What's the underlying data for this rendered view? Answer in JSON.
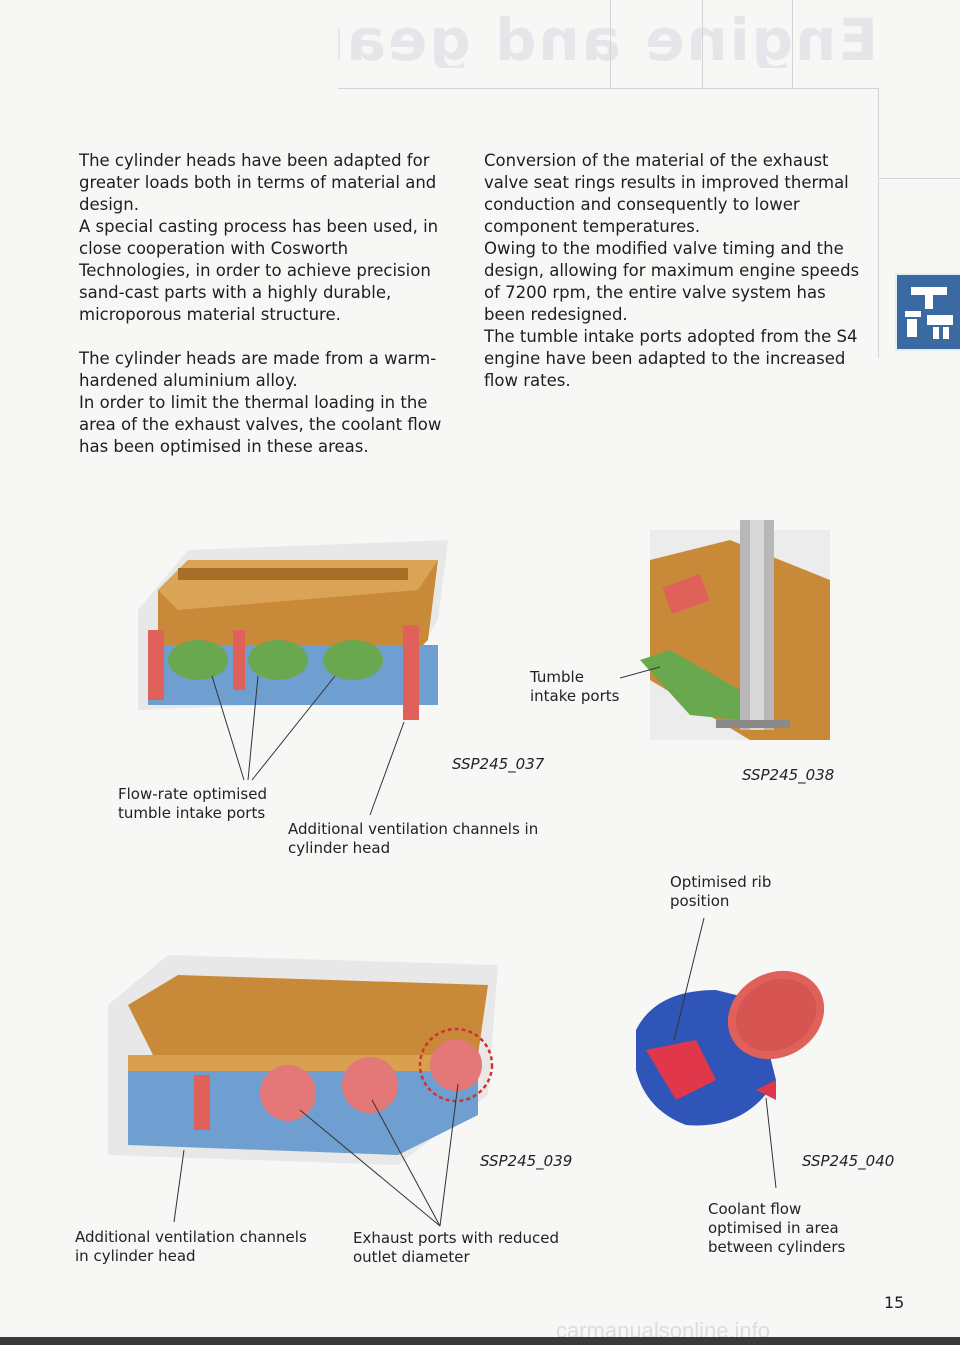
{
  "header": {
    "ghost_title": "Engine and gearbox"
  },
  "text": {
    "left_col": [
      "The cylinder heads have been adapted for greater loads both in terms of material and design.",
      "A special casting process has been used, in close cooperation with Cosworth Technologies, in order to achieve precision sand-cast parts with a highly durable, microporous material structure.",
      "The cylinder heads are made from a warm-hardened aluminium alloy.",
      "In order to limit the thermal loading in the area of the exhaust valves, the coolant flow has been optimised in these areas."
    ],
    "right_col": [
      "Conversion of the material of the exhaust valve seat rings results in improved thermal conduction and consequently to lower component temperatures.",
      "Owing to the modified valve timing and the design, allowing for maximum engine speeds of 7200 rpm, the entire valve system has been redesigned.",
      "The tumble intake ports adopted from the S4 engine have been adapted to the increased flow rates."
    ]
  },
  "figures": {
    "fig1": {
      "id": "SSP245_037",
      "callout_flow": "Flow-rate optimised tumble intake ports",
      "callout_vent": "Additional ventilation channels in cylinder head"
    },
    "fig2": {
      "id": "SSP245_038",
      "callout_tumble": "Tumble intake ports"
    },
    "fig3": {
      "id": "SSP245_039",
      "callout_vent": "Additional ventilation channels in cylinder head",
      "callout_exhaust": "Exhaust ports with reduced outlet diameter"
    },
    "fig4": {
      "id": "SSP245_040",
      "callout_rib": "Optimised rib position",
      "callout_coolant": "Coolant flow optimised in area between cylinders"
    }
  },
  "footer": {
    "page_number": "15",
    "watermark": "carmanualsonline.info"
  },
  "colors": {
    "aluminium": "#c88a38",
    "coolant": "#6f9fd0",
    "intake": "#6aa84f",
    "exhaust": "#e0605a",
    "tab_blue": "#3b6aa3"
  }
}
